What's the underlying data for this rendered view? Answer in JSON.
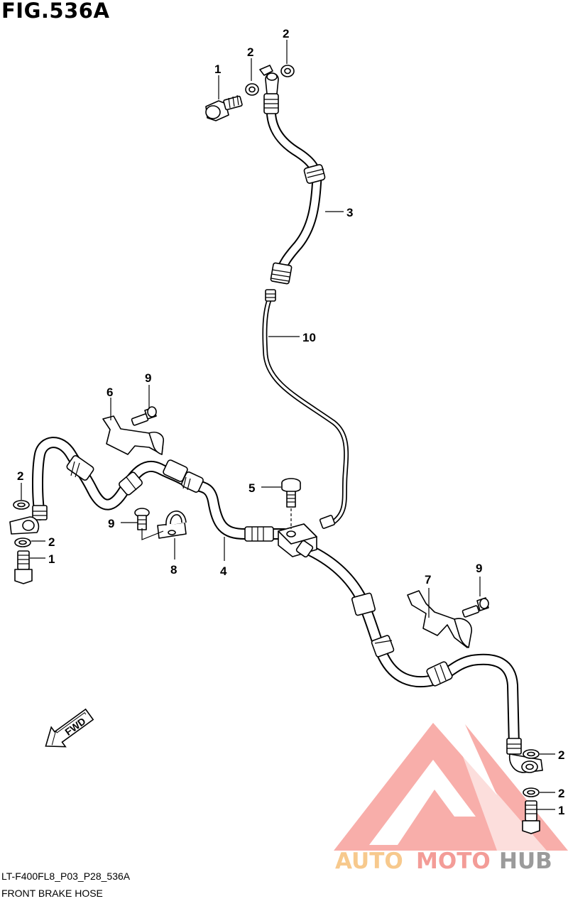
{
  "figure": {
    "title": "FIG.536A",
    "code": "LT-F400FL8_P03_P28_536A",
    "caption": "FRONT BRAKE HOSE"
  },
  "callouts": [
    {
      "id": "c-1a",
      "label": "1"
    },
    {
      "id": "c-2a",
      "label": "2"
    },
    {
      "id": "c-2b",
      "label": "2"
    },
    {
      "id": "c-3",
      "label": "3"
    },
    {
      "id": "c-10",
      "label": "10"
    },
    {
      "id": "c-9a",
      "label": "9"
    },
    {
      "id": "c-6",
      "label": "6"
    },
    {
      "id": "c-2c",
      "label": "2"
    },
    {
      "id": "c-2d",
      "label": "2"
    },
    {
      "id": "c-1b",
      "label": "1"
    },
    {
      "id": "c-5",
      "label": "5"
    },
    {
      "id": "c-9b",
      "label": "9"
    },
    {
      "id": "c-8",
      "label": "8"
    },
    {
      "id": "c-4",
      "label": "4"
    },
    {
      "id": "c-7",
      "label": "7"
    },
    {
      "id": "c-9c",
      "label": "9"
    },
    {
      "id": "c-2e",
      "label": "2"
    },
    {
      "id": "c-2f",
      "label": "2"
    },
    {
      "id": "c-1c",
      "label": "1"
    }
  ],
  "fwd_arrow": {
    "label": "FWD"
  },
  "watermark": {
    "text_auto": "AUTO",
    "text_moto": "MOTO",
    "text_hub": "HUB",
    "color_primary": "#f28b86",
    "color_secondary": "#f6c07a",
    "color_dark": "#8a8a8a"
  }
}
